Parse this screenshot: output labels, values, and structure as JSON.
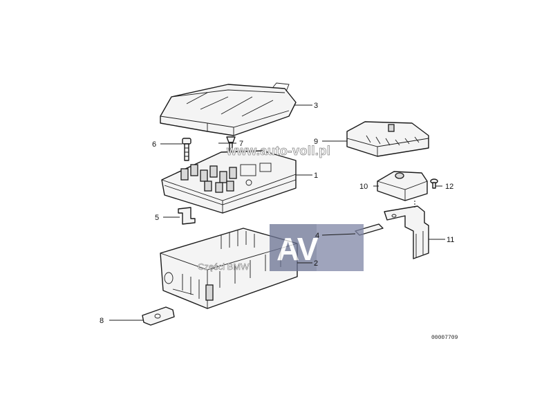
{
  "callouts": {
    "c1": "1",
    "c2": "2",
    "c3": "3",
    "c4": "4",
    "c5": "5",
    "c6": "6",
    "c7": "7",
    "c8": "8",
    "c9": "9",
    "c10": "10",
    "c11": "11",
    "c12": "12"
  },
  "drawing_number": "00007709",
  "watermark": {
    "url": "www.auto-voll.pl",
    "logo_letters": "AV",
    "logo_subtext": "Części BMW"
  }
}
